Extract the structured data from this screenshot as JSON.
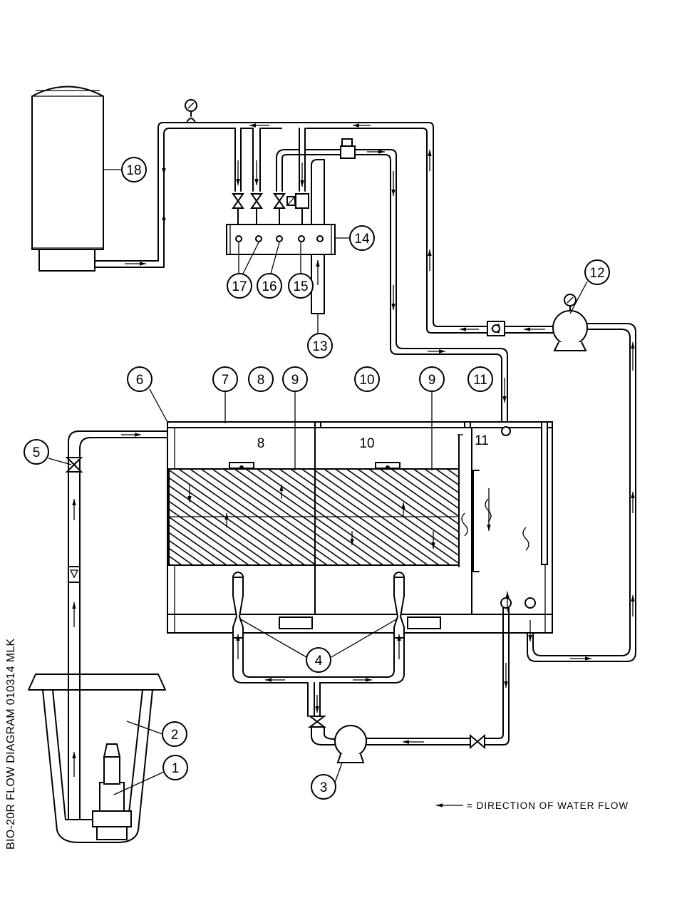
{
  "title": "BIO-20R FLOW DIAGRAM 010314 MLK",
  "legend": {
    "symbol": "arrow",
    "text": "= DIRECTION OF WATER FLOW"
  },
  "callouts": [
    "1",
    "2",
    "3",
    "4",
    "5",
    "6",
    "7",
    "8",
    "9",
    "9",
    "10",
    "11",
    "12",
    "13",
    "14",
    "15",
    "16",
    "17",
    "18"
  ],
  "colors": {
    "line": "#000000",
    "background": "#ffffff",
    "media_hatch": "#000000"
  }
}
